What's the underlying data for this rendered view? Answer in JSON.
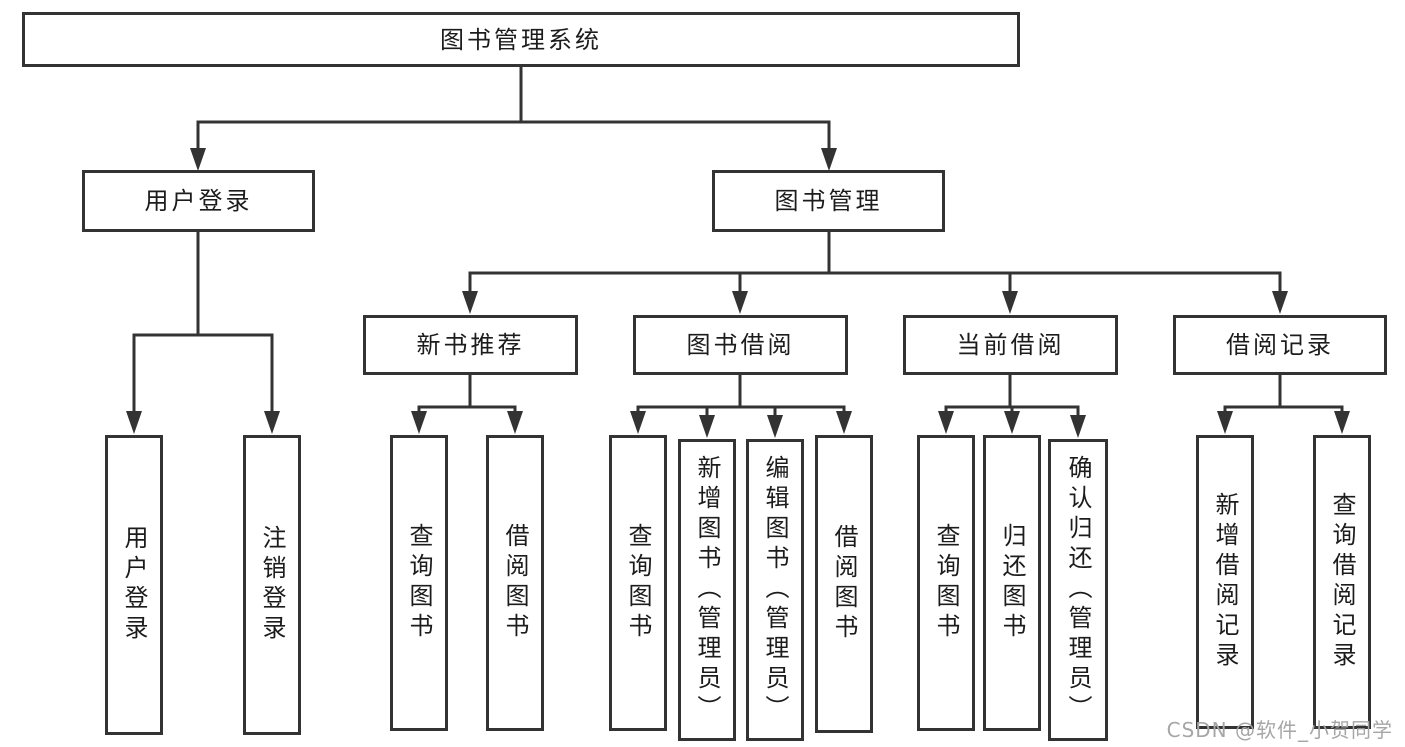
{
  "tree": {
    "label": "图书管理系统",
    "children": [
      {
        "label": "用户登录",
        "children": [
          {
            "label": "用户登录"
          },
          {
            "label": "注销登录"
          }
        ]
      },
      {
        "label": "图书管理",
        "children": [
          {
            "label": "新书推荐",
            "children": [
              {
                "label": "查询图书"
              },
              {
                "label": "借阅图书"
              }
            ]
          },
          {
            "label": "图书借阅",
            "children": [
              {
                "label": "查询图书"
              },
              {
                "label": "新增图书（管理员）"
              },
              {
                "label": "编辑图书（管理员）"
              },
              {
                "label": "借阅图书"
              }
            ]
          },
          {
            "label": "当前借阅",
            "children": [
              {
                "label": "查询图书"
              },
              {
                "label": "归还图书"
              },
              {
                "label": "确认归还（管理员）"
              }
            ]
          },
          {
            "label": "借阅记录",
            "children": [
              {
                "label": "新增借阅记录"
              },
              {
                "label": "查询借阅记录"
              }
            ]
          }
        ]
      }
    ]
  },
  "watermark": {
    "text": "CSDN @软件_小贺同学"
  },
  "colors": {
    "line": "#333333",
    "text": "#1c1c1c",
    "background": "#ffffff",
    "watermark": "#a6a6a6"
  }
}
